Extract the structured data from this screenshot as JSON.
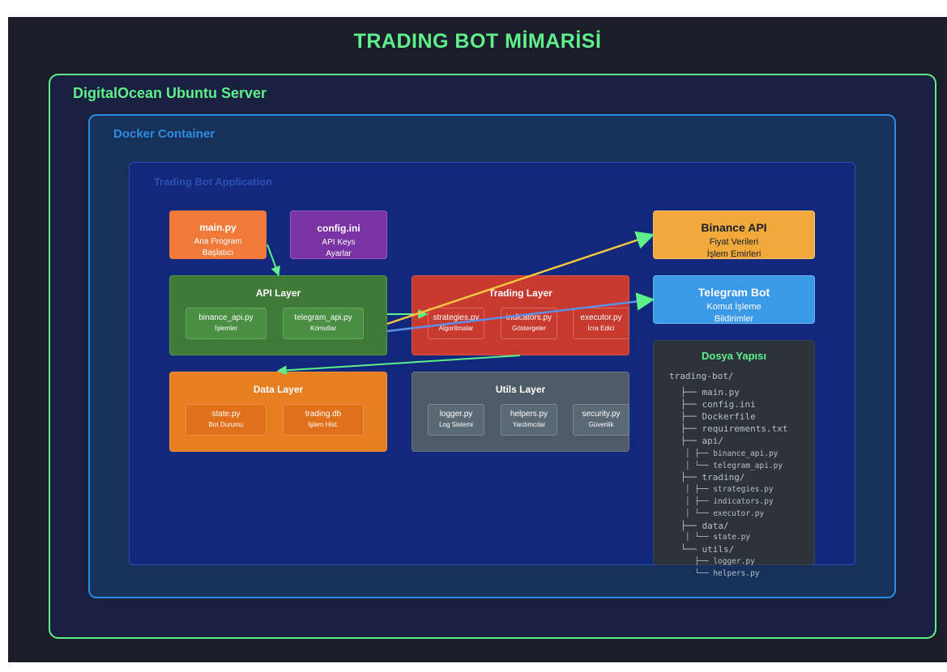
{
  "title": "TRADING BOT MİMARİSİ",
  "server_label": "DigitalOcean Ubuntu Server",
  "docker_label": "Docker Container",
  "app_label": "Trading Bot Application",
  "main": {
    "title": "main.py",
    "line1": "Ana Program",
    "line2": "Başlatıcı"
  },
  "config": {
    "title": "config.ini",
    "line1": "API Keys",
    "line2": "Ayarlar"
  },
  "api_layer": {
    "title": "API Layer",
    "items": [
      {
        "name": "binance_api.py",
        "desc": "İşlemler"
      },
      {
        "name": "telegram_api.py",
        "desc": "Komutlar"
      }
    ]
  },
  "trading_layer": {
    "title": "Trading Layer",
    "items": [
      {
        "name": "strategies.py",
        "desc": "Algoritmalar"
      },
      {
        "name": "indicators.py",
        "desc": "Göstergeler"
      },
      {
        "name": "executor.py",
        "desc": "İcra Edici"
      }
    ]
  },
  "data_layer": {
    "title": "Data Layer",
    "items": [
      {
        "name": "state.py",
        "desc": "Bot Durumu"
      },
      {
        "name": "trading.db",
        "desc": "İşlem Hist."
      }
    ]
  },
  "utils_layer": {
    "title": "Utils Layer",
    "items": [
      {
        "name": "logger.py",
        "desc": "Log Sistemi"
      },
      {
        "name": "helpers.py",
        "desc": "Yardımcılar"
      },
      {
        "name": "security.py",
        "desc": "Güvenlik"
      }
    ]
  },
  "binance": {
    "title": "Binance API",
    "line1": "Fiyat Verileri",
    "line2": "İşlem Emirleri"
  },
  "telegram": {
    "title": "Telegram Bot",
    "line1": "Komut İşleme",
    "line2": "Bildirimler"
  },
  "file_tree": {
    "title": "Dosya Yapısı",
    "root": "trading-bot/",
    "lines": [
      "├── main.py",
      "├── config.ini",
      "├── Dockerfile",
      "├── requirements.txt",
      "├── api/",
      "│ ├── binance_api.py",
      "│ └── telegram_api.py",
      "├── trading/",
      "│ ├── strategies.py",
      "│ ├── indicators.py",
      "│ └── executor.py",
      "├── data/",
      "│ └── state.py",
      "└── utils/",
      "  ├── logger.py",
      "  └── helpers.py"
    ]
  },
  "colors": {
    "green": "#5ef08a",
    "blue": "#2f8be0",
    "orange_main": "#f07a3a",
    "purple_config": "#7a33a3",
    "api_green": "#3f7a38",
    "trading_red": "#c83a30",
    "data_orange": "#e67e22",
    "utils_gray": "#4f5b66",
    "binance_yellow": "#f0a93a",
    "telegram_blue": "#3a9ae8",
    "arrow_yellow": "#f5c542",
    "arrow_blue": "#5b8fe8"
  }
}
